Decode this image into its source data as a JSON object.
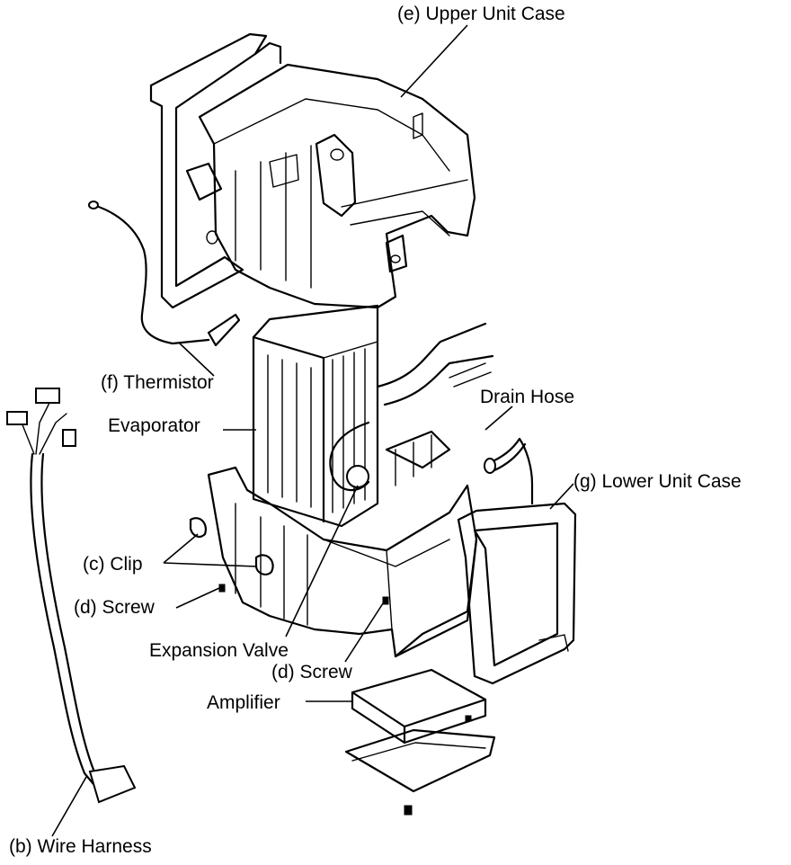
{
  "labels": {
    "upper_unit_case": "(e) Upper Unit Case",
    "thermistor": "(f) Thermistor",
    "evaporator": "Evaporator",
    "drain_hose": "Drain Hose",
    "lower_unit_case": "(g) Lower Unit Case",
    "clip": "(c) Clip",
    "screw_left": "(d) Screw",
    "expansion_valve": "Expansion Valve",
    "screw_right": "(d) Screw",
    "amplifier": "Amplifier",
    "wire_harness": "(b) Wire Harness"
  }
}
